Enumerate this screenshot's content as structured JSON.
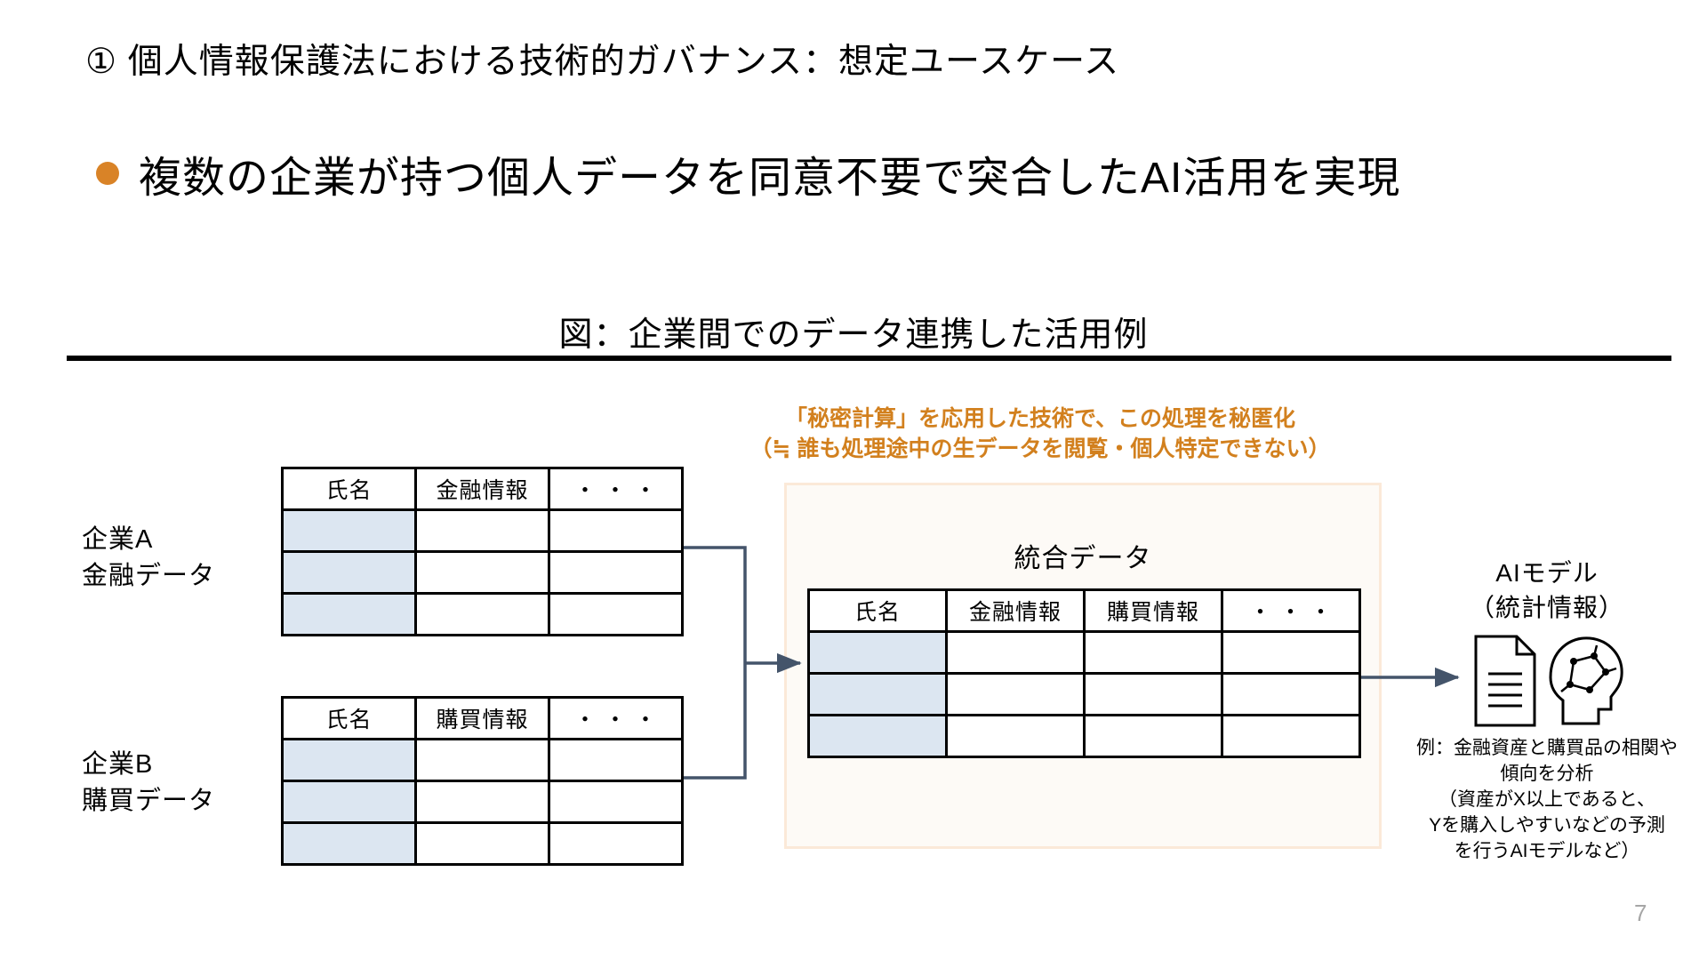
{
  "slide": {
    "heading": "① 個人情報保護法における技術的ガバナンス：想定ユースケース",
    "bullet": "複数の企業が持つ個人データを同意不要で突合したAI活用を実現",
    "figure_caption": "図：企業間でのデータ連携した活用例",
    "page_number": "7",
    "accent_color": "#d98327",
    "note_color": "#d2801e",
    "key_cell_color": "#dce6f1",
    "panel_bg_color": "#fdfaf6",
    "panel_border_color": "#fbe9d8",
    "arrow_color": "#44546a"
  },
  "note": {
    "line1": "「秘密計算」を応用した技術で、この処理を秘匿化",
    "line2": "（≒ 誰も処理途中の生データを閲覧・個人特定できない）"
  },
  "company_a": {
    "label": "企業A\n金融データ",
    "headers": [
      "氏名",
      "金融情報",
      "・ ・ ・"
    ],
    "rows": [
      [
        "",
        "",
        ""
      ],
      [
        "",
        "",
        ""
      ],
      [
        "",
        "",
        ""
      ]
    ]
  },
  "company_b": {
    "label": "企業B\n購買データ",
    "headers": [
      "氏名",
      "購買情報",
      "・ ・ ・"
    ],
    "rows": [
      [
        "",
        "",
        ""
      ],
      [
        "",
        "",
        ""
      ],
      [
        "",
        "",
        ""
      ]
    ]
  },
  "merged": {
    "title": "統合データ",
    "headers": [
      "氏名",
      "金融情報",
      "購買情報",
      "・ ・ ・"
    ],
    "rows": [
      [
        "",
        "",
        "",
        ""
      ],
      [
        "",
        "",
        "",
        ""
      ],
      [
        "",
        "",
        "",
        ""
      ]
    ]
  },
  "ai": {
    "title": "AIモデル\n（統計情報）",
    "note": "例：金融資産と購買品の相関や\n傾向を分析\n（資産がX以上であると、\nYを購入しやすいなどの予測\nを行うAIモデルなど）",
    "document_icon": "document-icon",
    "brain_icon": "ai-brain-icon"
  }
}
